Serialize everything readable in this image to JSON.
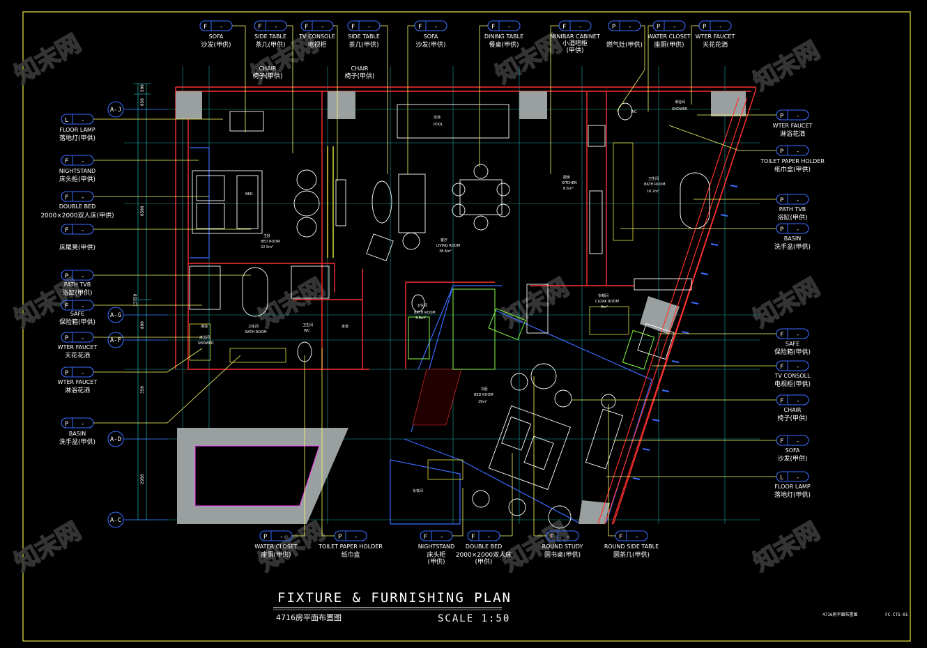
{
  "colors": {
    "frame": "#e8e840",
    "wall": "#ff3030",
    "grid": "#1aa8a8",
    "furniture": "#ffffff",
    "tag": "#3a6cff",
    "leader": "#ffff66",
    "hatch": "#9aa0a0"
  },
  "title": {
    "main": "FIXTURE  &  FURNISHING  PLAN",
    "sub": "4716房平面布置图",
    "scale": "SCALE 1:50",
    "sheet_name": "4716房平面布置图",
    "sheet_no": "FC-CTS-01"
  },
  "axes": [
    {
      "label": "A-J"
    },
    {
      "label": "A-G"
    },
    {
      "label": "A-F"
    },
    {
      "label": "A-D"
    },
    {
      "label": "A-C"
    }
  ],
  "dimensions": [
    "500",
    "650",
    "6500",
    "13750",
    "800",
    "350",
    "2950"
  ],
  "top_tags": [
    {
      "code": "F",
      "num": "-",
      "en": "SOFA",
      "cn": "沙发(甲供)"
    },
    {
      "code": "F",
      "num": "-",
      "en": "SIDE TABLE",
      "cn": "茶几(甲供)"
    },
    {
      "code": "F",
      "num": "-",
      "en": "TV CONSOLE",
      "cn": "电视柜"
    },
    {
      "code": "F",
      "num": "-",
      "en": "SIDE TABLE",
      "cn": "茶几(甲供)"
    },
    {
      "code": "F",
      "num": "-",
      "en": "SOFA",
      "cn": "沙发(甲供)"
    },
    {
      "code": "F",
      "num": "-",
      "en": "DINING TABLE",
      "cn": "餐桌(甲供)"
    },
    {
      "code": "F",
      "num": "-",
      "en": "MINIBAR CABINET",
      "cn": "小酒吧柜"
    },
    {
      "code": "P",
      "num": "-",
      "en": "",
      "cn": "燃气灶(甲供)"
    },
    {
      "code": "P",
      "num": "-",
      "en": "WATER CLOSET",
      "cn": "座厕(甲供)"
    },
    {
      "code": "P",
      "num": "-",
      "en": "WTER FAUCET",
      "cn": "天花花洒"
    }
  ],
  "top_secondary": [
    {
      "en": "CHAIR",
      "cn": "椅子(甲供)"
    },
    {
      "en": "CHAIR",
      "cn": "椅子(甲供)"
    }
  ],
  "minibar_extra": "(甲供)",
  "left_tags": [
    {
      "code": "L",
      "num": "-",
      "en": "FLOOR LAMP",
      "cn": "落地灯(甲供)"
    },
    {
      "code": "F",
      "num": "-",
      "en": "NIGHTSTAND",
      "cn": "床头柜(甲供)"
    },
    {
      "code": "F",
      "num": "-",
      "en": "DOUBLE BED",
      "cn": "2000×2000双人床(甲供)"
    },
    {
      "code": "F",
      "num": "-",
      "en": "",
      "cn": "床尾凳(甲供)"
    },
    {
      "code": "P",
      "num": "-",
      "en": "PATH TVB",
      "cn": "浴缸(甲供)"
    },
    {
      "code": "F",
      "num": "-",
      "en": "SAFE",
      "cn": "保险箱(甲供)"
    },
    {
      "code": "P",
      "num": "-",
      "en": "WTER FAUCET",
      "cn": "天花花洒"
    },
    {
      "code": "P",
      "num": "-",
      "en": "WTER FAUCET",
      "cn": "淋浴花洒"
    },
    {
      "code": "P",
      "num": "-",
      "en": "BASIN",
      "cn": "洗手盆(甲供)"
    }
  ],
  "right_tags": [
    {
      "code": "P",
      "num": "-",
      "en": "WTER FAUCET",
      "cn": "淋浴花洒"
    },
    {
      "code": "P",
      "num": "-",
      "en": "TOILET PAPER HOLDER",
      "cn": "纸巾盒(甲供)"
    },
    {
      "code": "P",
      "num": "-",
      "en": "PATH TVB",
      "cn": "浴缸(甲供)"
    },
    {
      "code": "P",
      "num": "-",
      "en": "BASIN",
      "cn": "洗手盆(甲供)"
    },
    {
      "code": "F",
      "num": "-",
      "en": "SAFE",
      "cn": "保险箱(甲供)"
    },
    {
      "code": "F",
      "num": "-",
      "en": "TV CONSOLL",
      "cn": "电视柜(甲供)"
    },
    {
      "code": "F",
      "num": "-",
      "en": "CHAIR",
      "cn": "椅子(甲供)"
    },
    {
      "code": "F",
      "num": "-",
      "en": "SOFA",
      "cn": "沙发(甲供)"
    },
    {
      "code": "L",
      "num": "-",
      "en": "FLOOR LAMP",
      "cn": "落地灯(甲供)"
    }
  ],
  "bottom_tags": [
    {
      "code": "P",
      "num": "-",
      "en": "WATER CLOSET",
      "cn": "座厕(甲供)"
    },
    {
      "code": "P",
      "num": "-",
      "en": "TOILET PAPER HOLDER",
      "cn": "纸巾盒"
    },
    {
      "code": "F",
      "num": "-",
      "en": "NIGHTSTAND",
      "cn": "床头柜",
      "cn2": "(甲供)"
    },
    {
      "code": "F",
      "num": "-",
      "en": "DOUBLE BED",
      "cn": "2000×2000双人床",
      "cn2": "(甲供)"
    },
    {
      "code": "F",
      "num": "-",
      "en": "ROUND STUDY",
      "cn": "圆书桌(甲供)"
    },
    {
      "code": "F",
      "num": "-",
      "en": "ROUND SIDE TABLE",
      "cn": "圆茶几(甲供)"
    }
  ],
  "rooms": [
    {
      "cn": "主卧",
      "en": "BED ROOM",
      "area": "22.5m²"
    },
    {
      "cn": "客厅",
      "en": "LIVING ROOM",
      "area": "38.6m²"
    },
    {
      "cn": "厨房",
      "en": "KITCHEN",
      "area": "8.6m²"
    },
    {
      "cn": "卫生间",
      "en": "BATH ROOM",
      "area": "16.2m²"
    },
    {
      "cn": "次卧",
      "en": "BED ROOM",
      "area": "29m²"
    },
    {
      "cn": "卫生间",
      "en": "BATH ROOM",
      "area": "3.6m²"
    },
    {
      "cn": "泳池",
      "en": "POOL",
      "area": ""
    },
    {
      "cn": "衣帽间",
      "en": "CLOAK ROOM",
      "area": "9m²"
    },
    {
      "cn": "淋浴间",
      "en": "SHOWER",
      "area": ""
    },
    {
      "cn": "淋浴间",
      "en": "SHOWER",
      "area": ""
    },
    {
      "cn": "卫生间",
      "en": "BATH ROOM",
      "area": ""
    },
    {
      "cn": "淋浴",
      "en": "",
      "area": ""
    },
    {
      "cn": "化妆间",
      "en": "",
      "area": ""
    },
    {
      "cn": "",
      "en": "WC",
      "area": ""
    },
    {
      "cn": "卫生间",
      "en": "WC",
      "area": ""
    },
    {
      "cn": "走道",
      "en": "",
      "area": ""
    },
    {
      "cn": "",
      "en": "BED",
      "area": ""
    }
  ],
  "watermark": "知末网"
}
